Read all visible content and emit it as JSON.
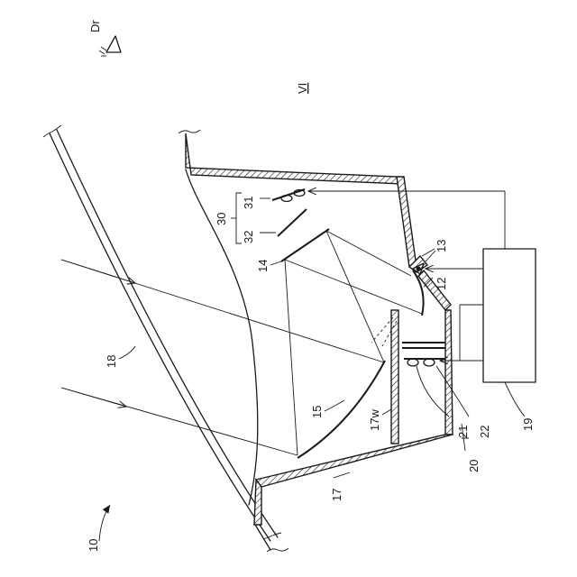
{
  "figure": {
    "view_label": "VI",
    "direction_label": "Dr"
  },
  "labels": {
    "l10": "10",
    "l12": "12",
    "l13": "13",
    "l14": "14",
    "l15": "15",
    "l17": "17",
    "l17w": "17w",
    "l18": "18",
    "l19": "19",
    "l20": "20",
    "l21": "21",
    "l22": "22",
    "l30": "30",
    "l31": "31",
    "l32": "32"
  }
}
